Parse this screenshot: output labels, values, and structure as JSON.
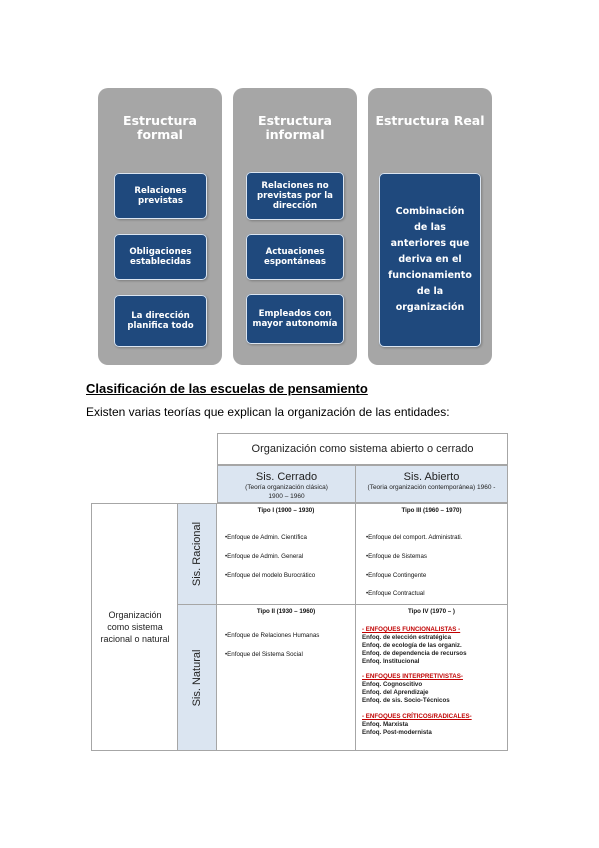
{
  "structures": [
    {
      "title": "Estructura formal",
      "boxes": [
        "Relaciones previstas",
        "Obligaciones establecidas",
        "La dirección planifica todo"
      ]
    },
    {
      "title": "Estructura informal",
      "boxes": [
        "Relaciones no previstas por la dirección",
        "Actuaciones espontáneas",
        "Empleados con mayor autonomía"
      ]
    },
    {
      "title": "Estructura Real",
      "boxes": [
        "Combinación de las anteriores que deriva en el funcionamiento de la organización"
      ]
    }
  ],
  "section": {
    "heading": "Clasificación de las escuelas de pensamiento",
    "intro": "Existen varias teorías que explican la organización de las entidades:"
  },
  "table": {
    "top_header": "Organización como sistema abierto o cerrado",
    "col_closed": {
      "title": "Sis. Cerrado",
      "sub1": "(Teoría organización clásica)",
      "sub2": "1900 – 1960"
    },
    "col_open": {
      "title": "Sis. Abierto",
      "sub1": "(Teoria organización contemporánea) 1960 -"
    },
    "row_label": "Organización como sistema racional o natural",
    "row_rational": "Sis. Racional",
    "row_natural": "Sis. Natural",
    "type1": {
      "title": "Tipo I (1900 – 1930)",
      "items": [
        "•Enfoque de Admin. Científica",
        "•Enfoque de Admin. General",
        "•Enfoque del modelo Burocrático"
      ]
    },
    "type3": {
      "title": "Tipo III (1960 – 1970)",
      "items": [
        "•Enfoque del comport. Administrati.",
        "•Enfoque de Sistemas",
        "•Enfoque Contingente",
        "•Enfoque Contractual"
      ]
    },
    "type2": {
      "title": "Tipo II (1930 – 1960)",
      "items": [
        "•Enfoque de Relaciones Humanas",
        "•Enfoque del Sistema Social"
      ]
    },
    "type4": {
      "title": "Tipo IV (1970 – )",
      "g1_title": "- ENFOQUES FUNCIONALISTAS -",
      "g1_items": [
        "Enfoq. de elección estratégica",
        "Enfoq. de ecología de las organiz.",
        "Enfoq. de dependencia de recursos",
        "Enfoq. Institucional"
      ],
      "g2_title": "- ENFOQUES INTERPRETIVISTAS-",
      "g2_items": [
        "Enfoq. Cognoscitivo",
        "Enfoq. del Aprendizaje",
        "Enfoq. de sis. Socio-Técnicos"
      ],
      "g3_title": "- ENFOQUES CRÍTICOS/RADICALES-",
      "g3_items": [
        "Enfoq. Marxista",
        "Enfoq. Post-modernista"
      ]
    }
  }
}
